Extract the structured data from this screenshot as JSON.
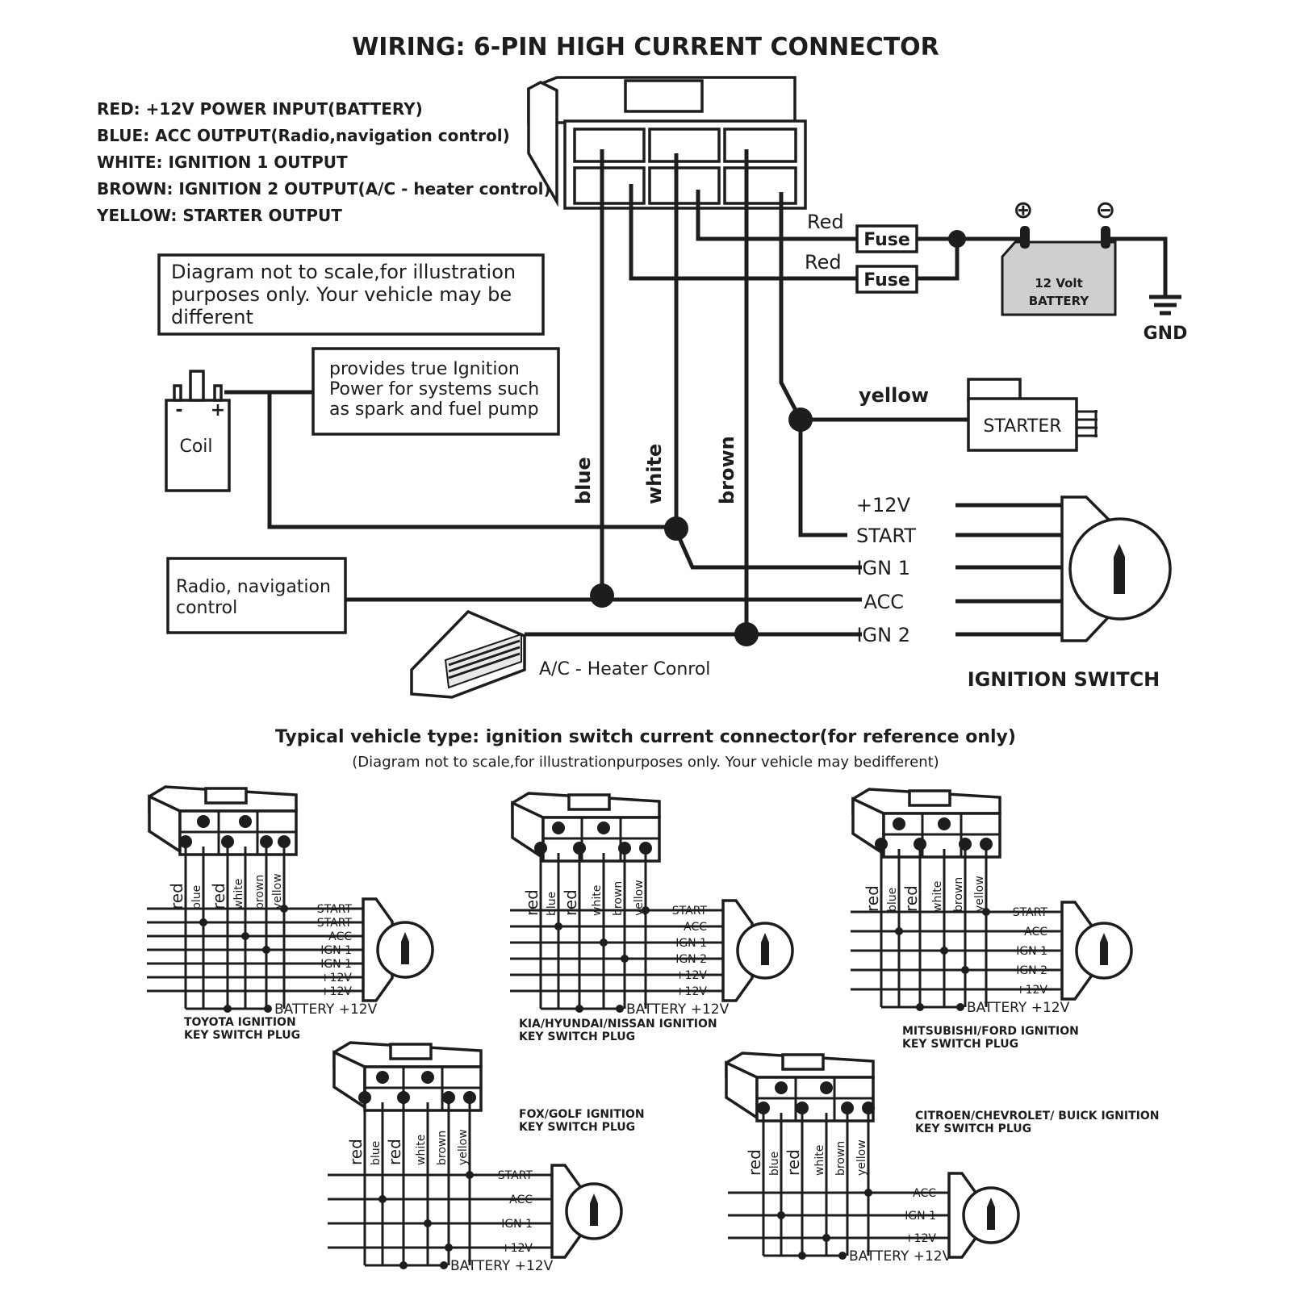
{
  "title": "WIRING: 6-PIN HIGH CURRENT CONNECTOR",
  "legend": [
    {
      "key": "RED",
      "desc": "+12V POWER INPUT(BATTERY)"
    },
    {
      "key": "BLUE",
      "desc": "ACC OUTPUT(Radio,navigation control)"
    },
    {
      "key": "WHITE",
      "desc": "IGNITION 1 OUTPUT"
    },
    {
      "key": "BROWN",
      "desc": "IGNITION 2 OUTPUT(A/C - heater control)"
    },
    {
      "key": "YELLOW",
      "desc": "STARTER OUTPUT"
    }
  ],
  "disclaimer_box": [
    "Diagram not to scale,for illustration",
    "purposes only. Your vehicle may be",
    "different"
  ],
  "ignition_note": [
    "provides true Ignition",
    "Power for systems such",
    "as spark and fuel pump"
  ],
  "coil": {
    "label": "Coil",
    "minus": "-",
    "plus": "+"
  },
  "radio_box": [
    "Radio, navigation",
    "control"
  ],
  "ac_label": "A/C - Heater Conrol",
  "wire_labels": {
    "red": "Red",
    "blue": "blue",
    "white": "white",
    "brown": "brown",
    "yellow": "yellow"
  },
  "fuse_label": "Fuse",
  "battery": {
    "line1": "12 Volt",
    "line2": "BATTERY",
    "plus_symbol": "⊕",
    "minus_symbol": "⊖",
    "gnd": "GND"
  },
  "starter_label": "STARTER",
  "switch_terminals": [
    "+12V",
    "START",
    "IGN 1",
    "ACC",
    "IGN 2"
  ],
  "ignition_switch_label": "IGNITION SWITCH",
  "reference_title": "Typical vehicle type: ignition switch current connector(for reference only)",
  "reference_subtitle": "(Diagram not to scale,for illustrationpurposes only. Your vehicle may bedifferent)",
  "plug_wire_labels": [
    "red",
    "blue",
    "red",
    "white",
    "brown",
    "yellow"
  ],
  "battery_label": "BATTERY +12V",
  "plugs": [
    {
      "name": [
        "TOYOTA IGNITION",
        "KEY SWITCH PLUG"
      ],
      "terminals": [
        "START",
        "START",
        "ACC",
        "IGN 1",
        "IGN 1",
        "+12V",
        "+12V"
      ]
    },
    {
      "name": [
        "KIA/HYUNDAI/NISSAN IGNITION",
        "KEY SWITCH PLUG"
      ],
      "terminals": [
        "START",
        "ACC",
        "IGN 1",
        "IGN 2",
        "+12V",
        "+12V"
      ]
    },
    {
      "name": [
        "MITSUBISHI/FORD IGNITION",
        "KEY SWITCH PLUG"
      ],
      "terminals": [
        "START",
        "ACC",
        "IGN 1",
        "IGN 2",
        "+12V"
      ]
    },
    {
      "name": [
        "FOX/GOLF IGNITION",
        "KEY SWITCH PLUG"
      ],
      "terminals": [
        "START",
        "ACC",
        "IGN 1",
        "+12V"
      ]
    },
    {
      "name": [
        "CITROEN/CHEVROLET/ BUICK IGNITION",
        "KEY SWITCH PLUG"
      ],
      "terminals": [
        "ACC",
        "IGN 1",
        "+12V"
      ]
    }
  ]
}
